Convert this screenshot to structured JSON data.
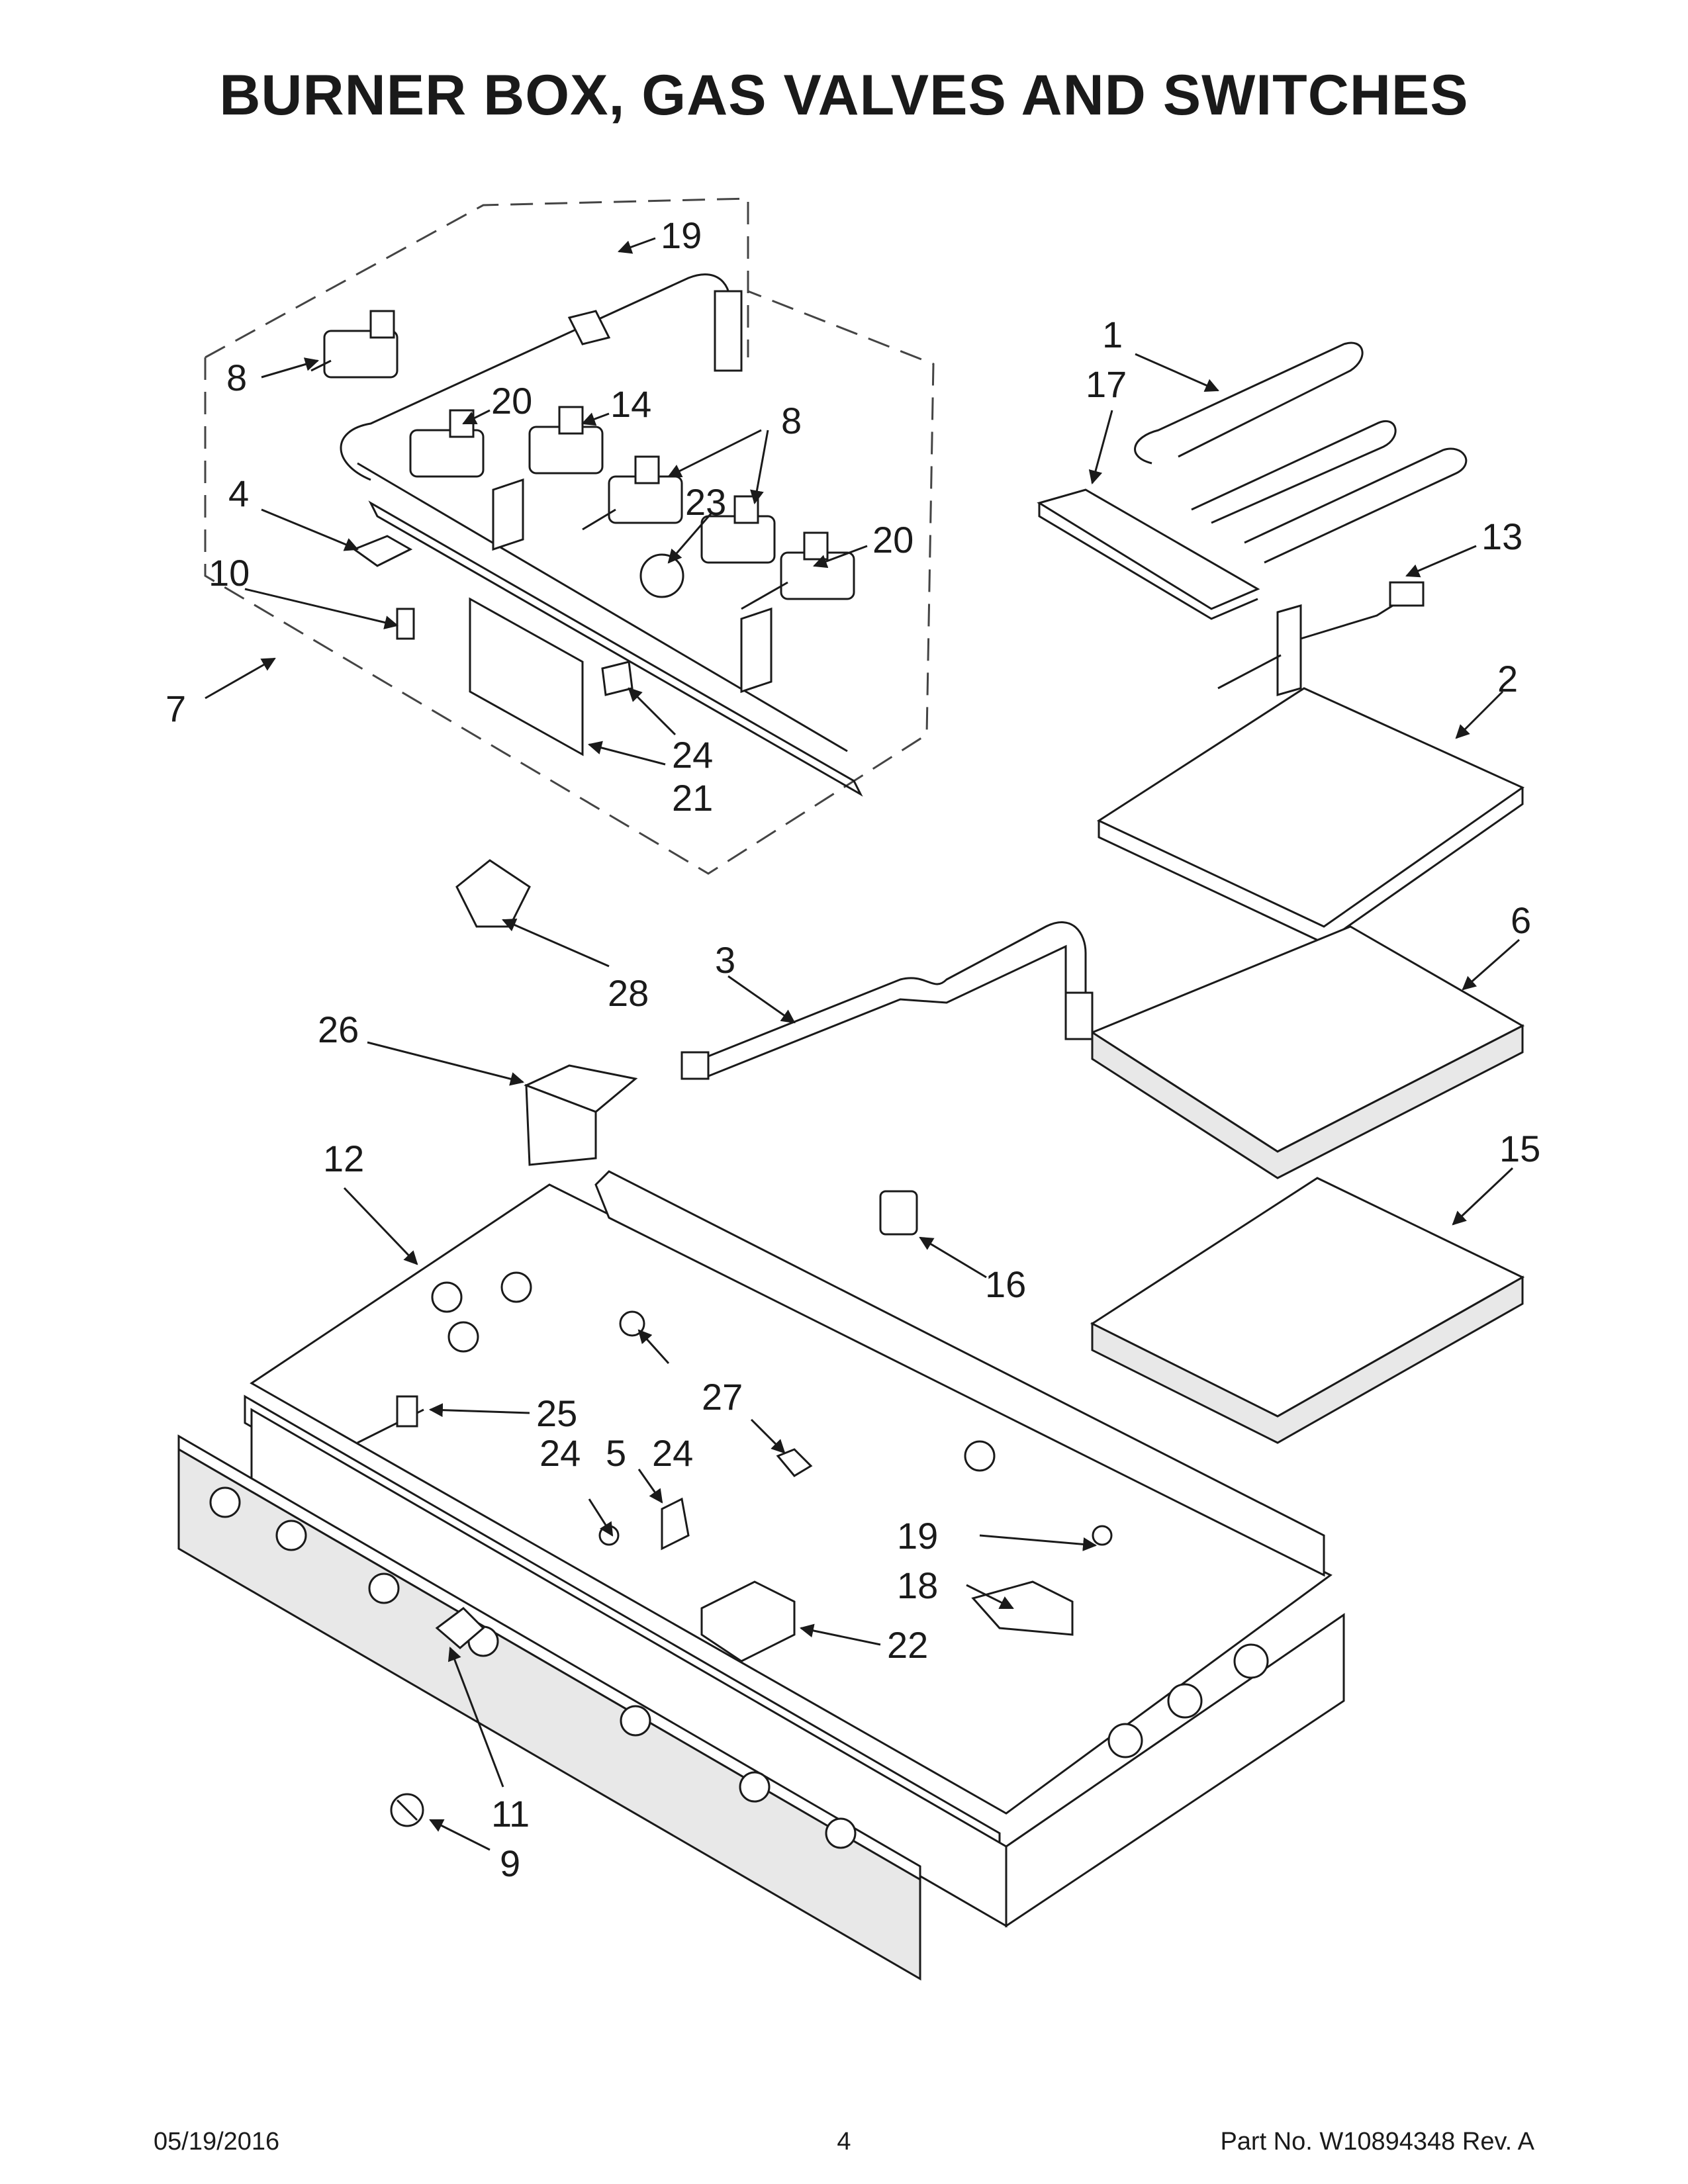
{
  "page": {
    "title": "BURNER BOX, GAS VALVES AND SWITCHES"
  },
  "callouts": [
    {
      "id": "c-19-top",
      "label": "19"
    },
    {
      "id": "c-8-left",
      "label": "8"
    },
    {
      "id": "c-20-a",
      "label": "20"
    },
    {
      "id": "c-14",
      "label": "14"
    },
    {
      "id": "c-8-right",
      "label": "8"
    },
    {
      "id": "c-23",
      "label": "23"
    },
    {
      "id": "c-20-b",
      "label": "20"
    },
    {
      "id": "c-4",
      "label": "4"
    },
    {
      "id": "c-10",
      "label": "10"
    },
    {
      "id": "c-7",
      "label": "7"
    },
    {
      "id": "c-24-top",
      "label": "24"
    },
    {
      "id": "c-21",
      "label": "21"
    },
    {
      "id": "c-1",
      "label": "1"
    },
    {
      "id": "c-17",
      "label": "17"
    },
    {
      "id": "c-13",
      "label": "13"
    },
    {
      "id": "c-2",
      "label": "2"
    },
    {
      "id": "c-28",
      "label": "28"
    },
    {
      "id": "c-3",
      "label": "3"
    },
    {
      "id": "c-6",
      "label": "6"
    },
    {
      "id": "c-26",
      "label": "26"
    },
    {
      "id": "c-12",
      "label": "12"
    },
    {
      "id": "c-15",
      "label": "15"
    },
    {
      "id": "c-16",
      "label": "16"
    },
    {
      "id": "c-27",
      "label": "27"
    },
    {
      "id": "c-25",
      "label": "25"
    },
    {
      "id": "c-24-a",
      "label": "24"
    },
    {
      "id": "c-5",
      "label": "5"
    },
    {
      "id": "c-24-b",
      "label": "24"
    },
    {
      "id": "c-19-bottom",
      "label": "19"
    },
    {
      "id": "c-18",
      "label": "18"
    },
    {
      "id": "c-22",
      "label": "22"
    },
    {
      "id": "c-11",
      "label": "11"
    },
    {
      "id": "c-9",
      "label": "9"
    }
  ],
  "footer": {
    "date": "05/19/2016",
    "page_number": "4",
    "part_number": "Part No.  W10894348  Rev.  A"
  }
}
